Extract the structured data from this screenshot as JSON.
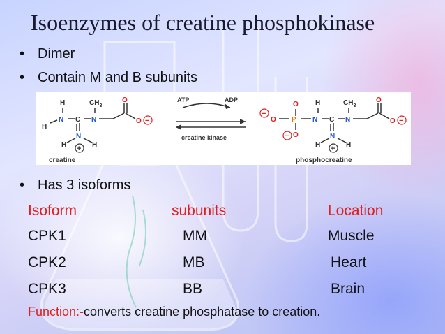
{
  "slide": {
    "title": "Isoenzymes of creatine phosphokinase",
    "bullets": [
      "Dimer",
      "Contain M and B subunits",
      "Has 3 isoforms"
    ],
    "bullet_char": "•",
    "reaction": {
      "atp": "ATP",
      "adp": "ADP",
      "enzyme": "creatine kinase",
      "left_label": "creatine",
      "right_label": "phosphocreatine",
      "atoms": {
        "H": "H",
        "N": "N",
        "C": "C",
        "O": "O",
        "P": "P",
        "CH3": "CH",
        "sub3": "3",
        "plus": "+",
        "minus": "−"
      }
    },
    "table": {
      "headers": [
        "Isoform",
        "subunits",
        "Location"
      ],
      "rows": [
        [
          "CPK1",
          "MM",
          "Muscle"
        ],
        [
          "CPK2",
          "MB",
          "Heart"
        ],
        [
          "CPK3",
          "BB",
          "Brain"
        ]
      ]
    },
    "function": {
      "label": "Function:-",
      "text": "converts creatine phosphatase to creation."
    },
    "colors": {
      "accent_red": "#e11d1d",
      "text": "#111111",
      "title": "#1a1a2e"
    }
  }
}
